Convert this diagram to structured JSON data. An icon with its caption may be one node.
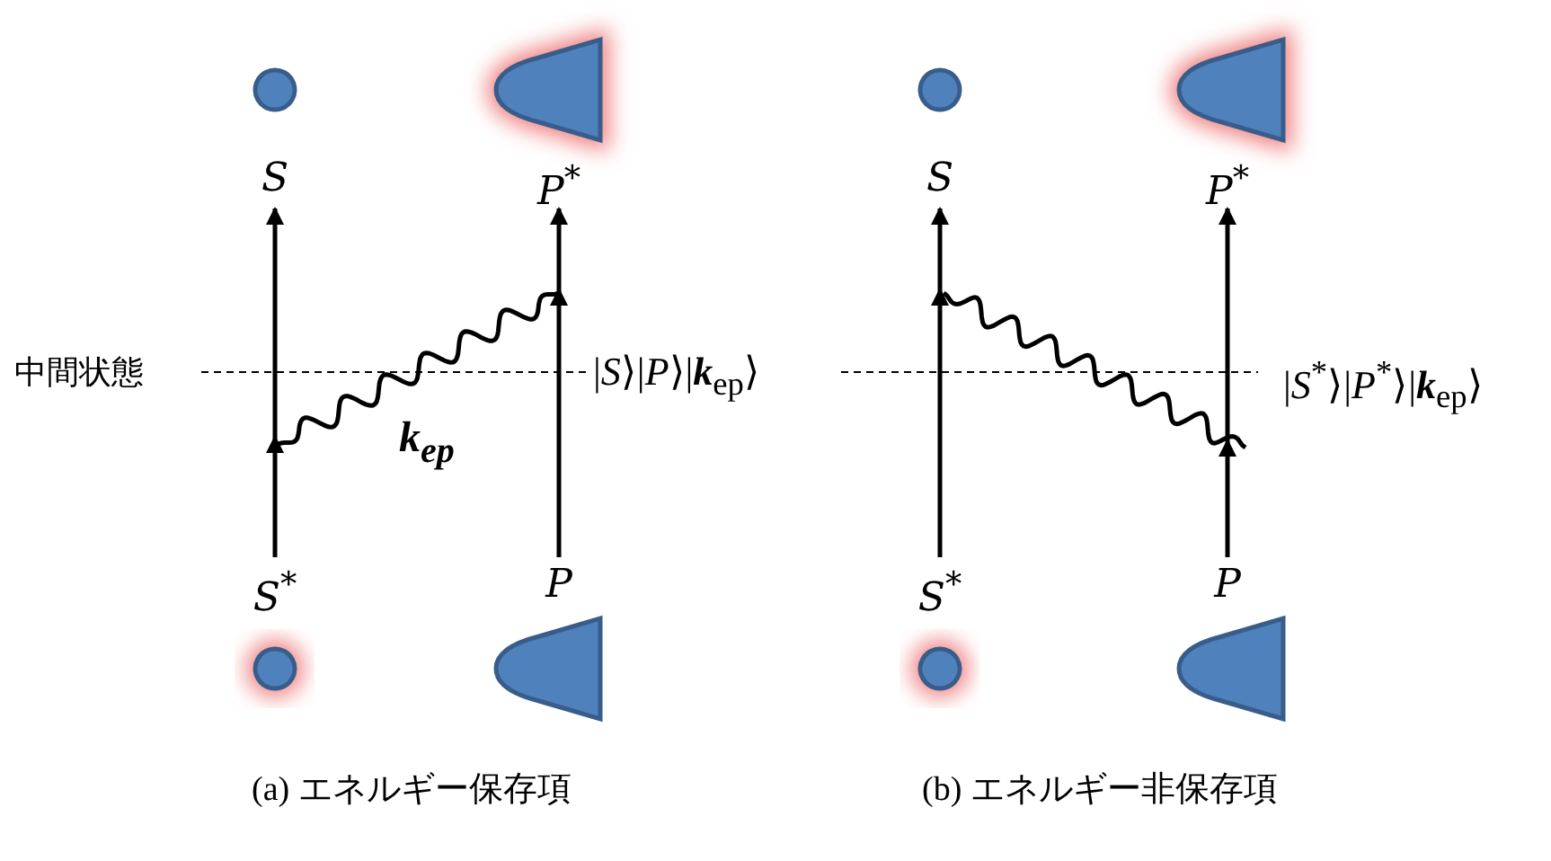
{
  "diagram": {
    "nodes": [
      {
        "text": [],
        "shape": "circle"
      },
      {
        "text": [],
        "shape": "bullet"
      },
      {
        "text": [
          "S"
        ]
      },
      {
        "text": [
          "P$^{*}$"
        ]
      },
      {
        "text": [
          "S$^{*}$"
        ]
      },
      {
        "text": [
          "P"
        ]
      },
      {
        "text": [],
        "shape": "circle"
      },
      {
        "text": [],
        "shape": "bullet"
      },
      {
        "text": [],
        "shape": "circle"
      },
      {
        "text": [],
        "shape": "bullet"
      },
      {
        "text": [
          "S"
        ]
      },
      {
        "text": [
          "P$^{*}$"
        ]
      },
      {
        "text": [
          "S$^{*}$"
        ]
      },
      {
        "text": [
          "P"
        ]
      },
      {
        "text": [],
        "shape": "circle"
      },
      {
        "text": [],
        "shape": "bullet"
      }
    ],
    "edges": [
      {
        "from": 4,
        "to": 2,
        "arrow": "to"
      },
      {
        "from": 5,
        "to": 3,
        "arrow": "to"
      },
      {
        "from": 12,
        "to": 10,
        "arrow": "to"
      },
      {
        "from": 13,
        "to": 11,
        "arrow": "to"
      }
    ],
    "labels": [
      "中間状態",
      "|*S*⟩|*P*⟩|**k**$_{ep}$⟩",
      "k$_{ep}$",
      "|*S*$^{*}$⟩|*P*$^{*}$⟩|**k**$_{ep}$⟩",
      "(a)  エネルギー保存項",
      "(b)  エネルギー非保存項"
    ]
  }
}
